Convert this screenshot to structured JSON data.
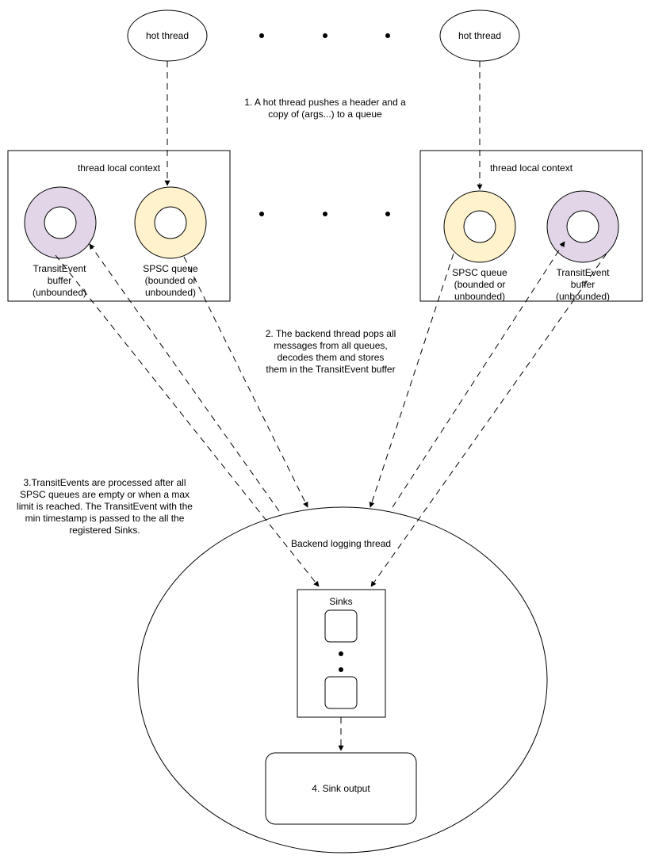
{
  "nodes": {
    "hot_thread_left": "hot thread",
    "hot_thread_right": "hot thread",
    "context_left": {
      "title": "thread local context",
      "transit_buffer": [
        "TransitEvent",
        "buffer",
        "(unbounded)"
      ],
      "spsc_queue": [
        "SPSC queue",
        "(bounded or",
        "unbounded)"
      ]
    },
    "context_right": {
      "title": "thread local context",
      "spsc_queue": [
        "SPSC queue",
        "(bounded or",
        "unbounded)"
      ],
      "transit_buffer": [
        "TransitEvent",
        "buffer",
        "(unbounded)"
      ]
    },
    "backend": {
      "title": "Backend logging thread"
    },
    "sinks": {
      "title": "Sinks"
    },
    "sink_output": "4. Sink output"
  },
  "annotations": {
    "step1": [
      "1. A hot thread pushes a header and a",
      "copy of (args...) to a queue"
    ],
    "step2": [
      "2. The backend thread pops all",
      "messages from all queues,",
      "decodes them and stores",
      "them in the TransitEvent buffer"
    ],
    "step3": [
      "3.TransitEvents are processed after all",
      "SPSC queues are empty or when a max",
      "limit is reached. The TransitEvent with the",
      "min timestamp is passed to the all the",
      "registered Sinks."
    ]
  },
  "colors": {
    "transit_buffer_fill": "#e1d5e7",
    "spsc_queue_fill": "#fff2cc",
    "stroke": "#000000"
  }
}
